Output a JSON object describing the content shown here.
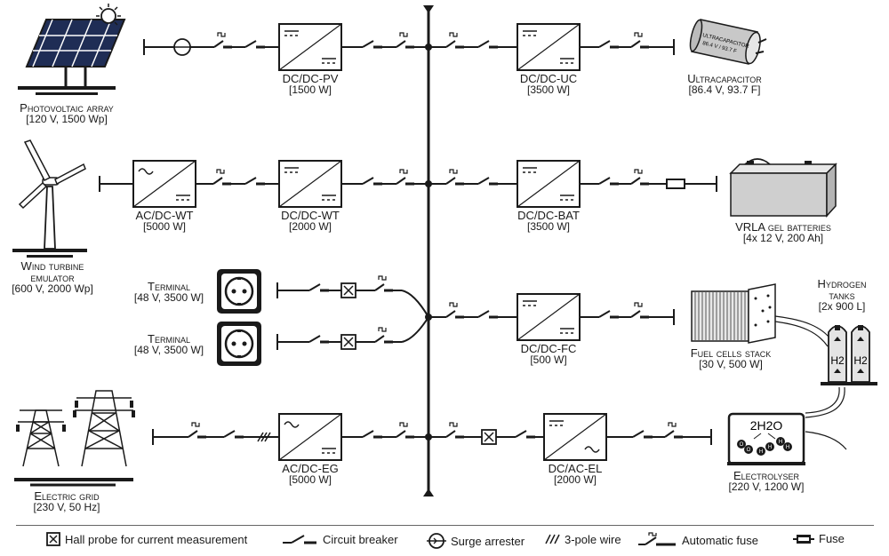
{
  "components": {
    "pv": {
      "title": "Photovoltaic array",
      "spec": "[120 V, 1500 Wp]"
    },
    "wt": {
      "title": "Wind turbine",
      "title2": "emulator",
      "spec": "[600 V, 2000 Wp]"
    },
    "grid": {
      "title": "Electric grid",
      "spec": "[230 V, 50 Hz]"
    },
    "term1": {
      "title": "Terminal",
      "spec": "[48 V, 3500 W]"
    },
    "term2": {
      "title": "Terminal",
      "spec": "[48 V, 3500 W]"
    },
    "uc": {
      "title": "Ultracapacitor",
      "spec": "[86.4 V, 93.7 F]",
      "sticker1": "ULTRACAPACITOR",
      "sticker2": "86.4 V / 93.7 F"
    },
    "bat": {
      "title": "VRLA gel batteries",
      "spec": "[4x 12 V, 200 Ah]"
    },
    "fc": {
      "title": "Fuel cells stack",
      "spec": "[30 V, 500 W]"
    },
    "h2": {
      "title": "Hydrogen",
      "title2": "tanks",
      "spec": "[2x 900 L]",
      "tank_label": "H2"
    },
    "el": {
      "title": "Electrolyser",
      "spec": "[220 V, 1200 W]",
      "formula": "2H2O"
    }
  },
  "converters": {
    "dcdc_pv": {
      "name": "DC/DC-PV",
      "power": "[1500 W]"
    },
    "acdc_wt": {
      "name": "AC/DC-WT",
      "power": "[5000 W]"
    },
    "dcdc_wt": {
      "name": "DC/DC-WT",
      "power": "[2000 W]"
    },
    "acdc_eg": {
      "name": "AC/DC-EG",
      "power": "[5000 W]"
    },
    "dcdc_uc": {
      "name": "DC/DC-UC",
      "power": "[3500 W]"
    },
    "dcdc_bat": {
      "name": "DC/DC-BAT",
      "power": "[3500 W]"
    },
    "dcdc_fc": {
      "name": "DC/DC-FC",
      "power": "[500 W]"
    },
    "dcac_el": {
      "name": "DC/AC-EL",
      "power": "[2000 W]"
    }
  },
  "legend": {
    "hall_probe": "Hall probe for current measurement",
    "circuit_breaker": "Circuit breaker",
    "surge_arrester": "Surge arrester",
    "three_pole_wire": "3-pole wire",
    "automatic_fuse": "Automatic fuse",
    "fuse": "Fuse"
  },
  "colors": {
    "line": "#1a1a1a",
    "panel_blue": "#2a3a6a",
    "tank": "#d8d8d8",
    "battery": "#cfcfcf"
  }
}
